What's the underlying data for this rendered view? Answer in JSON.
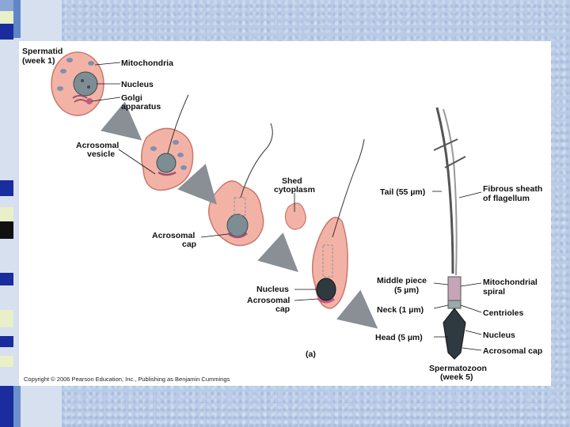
{
  "labels": {
    "spermatid": [
      "Spermatid",
      "(week 1)"
    ],
    "mitochondria": "Mitochondria",
    "nucleus_top": "Nucleus",
    "golgi": [
      "Golgi",
      "apparatus"
    ],
    "acrosomal_vesicle": [
      "Acrosomal",
      "vesicle"
    ],
    "shed_cytoplasm": [
      "Shed",
      "cytoplasm"
    ],
    "acrosomal_cap_mid": [
      "Acrosomal",
      "cap"
    ],
    "nucleus_mid": "Nucleus",
    "acrosomal_cap_low": [
      "Acrosomal",
      "cap"
    ],
    "tail": "Tail (55 µm)",
    "middle_piece": [
      "Middle piece",
      "(5 µm)"
    ],
    "neck": "Neck (1 µm)",
    "head": "Head (5 µm)",
    "fibrous_sheath": [
      "Fibrous sheath",
      "of flagellum"
    ],
    "mito_spiral": [
      "Mitochondrial",
      "spiral"
    ],
    "centrioles": "Centrioles",
    "nucleus_right": "Nucleus",
    "acrosomal_cap_right": "Acrosomal cap",
    "spermatozoon": [
      "Spermatozoon",
      "(week 5)"
    ],
    "panel_label": "(a)",
    "copyright": "Copyright © 2006 Pearson Education, Inc., Publishing as Benjamin Cummings"
  },
  "colors": {
    "cell_fill": "#f2b3a6",
    "cell_stroke": "#c9776c",
    "nucleus_fill": "#7c8e94",
    "arrow": "#8a8f96",
    "strip_dark": "#1b2c9e",
    "strip_light": "#e9f0c8"
  }
}
